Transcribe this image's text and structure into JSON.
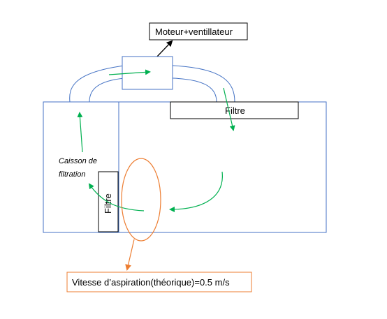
{
  "labels": {
    "motor": "Moteur+ventillateur",
    "filter_top": "Filtre",
    "filter_side": "Filtre",
    "caisson_line1": "Caisson de",
    "caisson_line2": "filtration",
    "velocity": "Vitesse d’aspiration(théorique)=0.5 m/s"
  },
  "colors": {
    "housing_line": "#4472c4",
    "airflow_arrow": "#00b050",
    "highlight": "#ed7d31",
    "outline": "#000000"
  }
}
